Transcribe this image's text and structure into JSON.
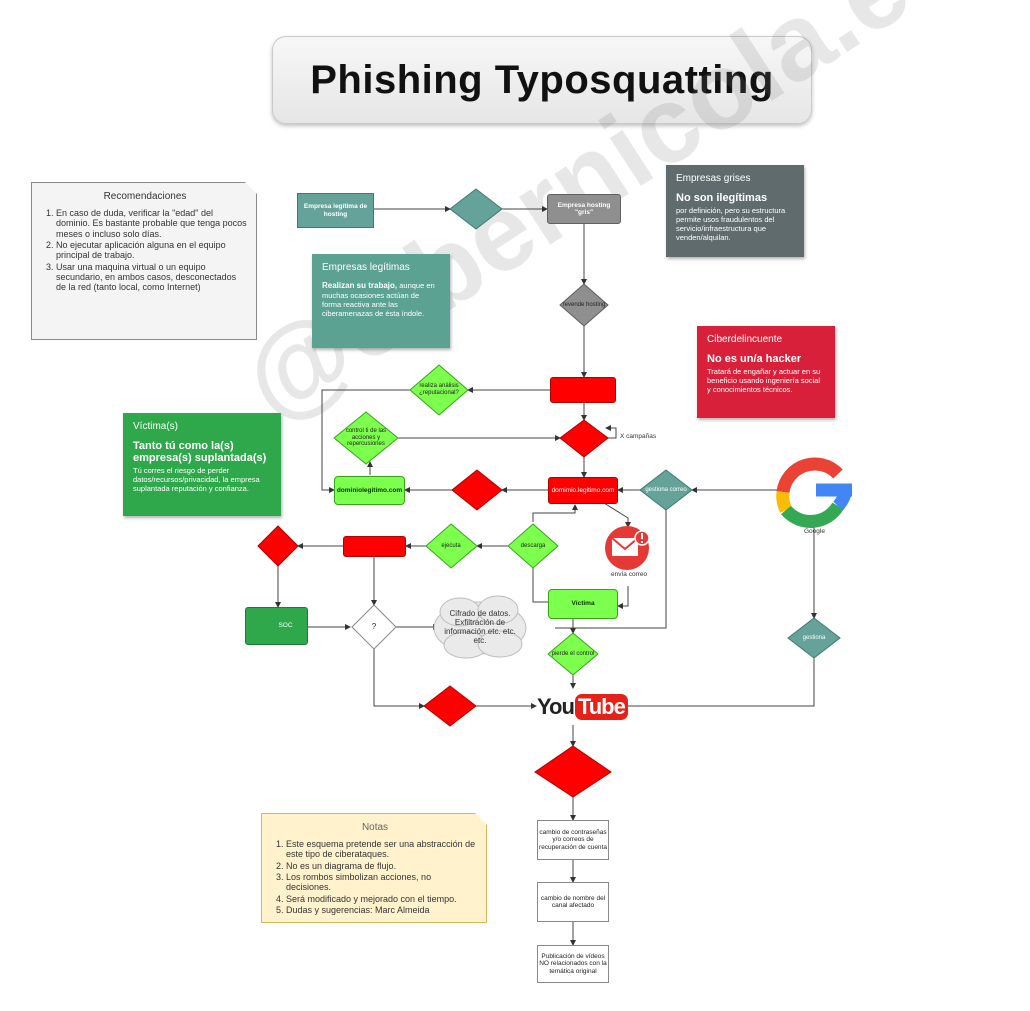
{
  "title": "Phishing Typosquatting",
  "watermark": "@cibernicola.es",
  "recommendations": {
    "title": "Recomendaciones",
    "items": [
      "En caso de duda, verificar la \"edad\" del dominio. Es bastante probable que tenga pocos meses o incluso solo días.",
      "No ejecutar aplicación alguna en el equipo principal de trabajo.",
      "Usar una maquina virtual o un equipo secundario, en ambos casos, desconectados de la red (tanto local, como Internet)"
    ]
  },
  "notes": {
    "title": "Notas",
    "items": [
      "Este esquema pretende ser una abstracción de este tipo de ciberataques.",
      "No es un diagrama de flujo.",
      "Los rombos simbolizan acciones, no decisiones.",
      "Será modificado y mejorado con el tiempo.",
      "Dudas y sugerencias: Marc Almeida"
    ]
  },
  "cards": {
    "grey": {
      "header": "Empresas grises",
      "bold": "No son ilegítimas",
      "text": "por definición, pero su estructura permite usos fraudulentos del servicio/infraestructura que venden/alquilan."
    },
    "teal": {
      "header": "Empresas legítimas",
      "bold": "Realizan su trabajo,",
      "text": "aunque en muchas ocasiones actúan de forma reactiva ante las ciberamenazas de ésta índole."
    },
    "red": {
      "header": "Ciberdelincuente",
      "bold": "No es un/a hacker",
      "text": "Tratará de engañar y actuar en su beneficio usando ingeniería social y conocimientos técnicos."
    },
    "green": {
      "header": "Víctima(s)",
      "bold": "Tanto tú como la(s) empresa(s) suplantada(s)",
      "text": "Tú corres el riesgo de perder datos/recursos/privacidad, la empresa suplantada reputación y confianza."
    }
  },
  "nodes": {
    "hosting_legit": "Empresa legítima de hosting",
    "hosting_grey": "Empresa hosting \"gris\"",
    "revende": "revende hosting",
    "dominio_legit": "dominiolegitimo.com",
    "dominio_falso": "domimio.legitimo.com",
    "victima": "Víctima",
    "cifrado": "Cifrado de datos. Exfiltración de información etc. etc. etc.",
    "x_campanas": "X campañas",
    "realiza_analisis": "realiza análisis ¿reputacional?",
    "control": "control ti de las acciones y repercusiones",
    "gestiona_correo": "gestiona correo",
    "gestiona": "gestiona",
    "descarga": "descarga",
    "ejecuta": "ejecuta",
    "pierde_control": "pierde el control",
    "question": "?",
    "google": "Google",
    "envia_correo": "envía correo",
    "soc": "SOC",
    "step1": "cambio de contraseñas y/o correos de recuperación de cuenta",
    "step2": "cambio de nombre del canal afectado",
    "step3": "Publicación de vídeos NO relacionados con la temática original",
    "youtube_you": "You",
    "youtube_tube": "Tube"
  },
  "colors": {
    "red": "#ff0000",
    "green": "#7dff4d",
    "teal": "#65a39a",
    "grey": "#8f8f8f",
    "card_red": "#d9203a",
    "card_green": "#2ea84a",
    "card_grey": "#606b6e",
    "card_teal": "#5ba293"
  }
}
